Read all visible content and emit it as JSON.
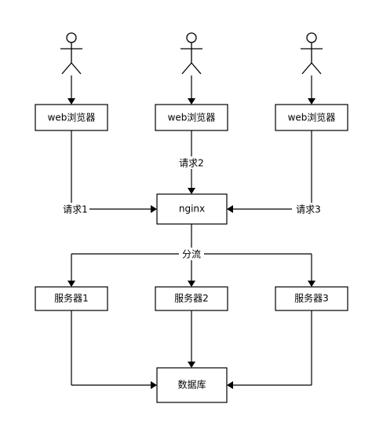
{
  "actors": [
    "user",
    "user",
    "user"
  ],
  "browsers": [
    "web浏览器",
    "web浏览器",
    "web浏览器"
  ],
  "proxy": "nginx",
  "requests": [
    "请求1",
    "请求2",
    "请求3"
  ],
  "split_label": "分流",
  "servers": [
    "服务器1",
    "服务器2",
    "服务器3"
  ],
  "database": "数据库"
}
